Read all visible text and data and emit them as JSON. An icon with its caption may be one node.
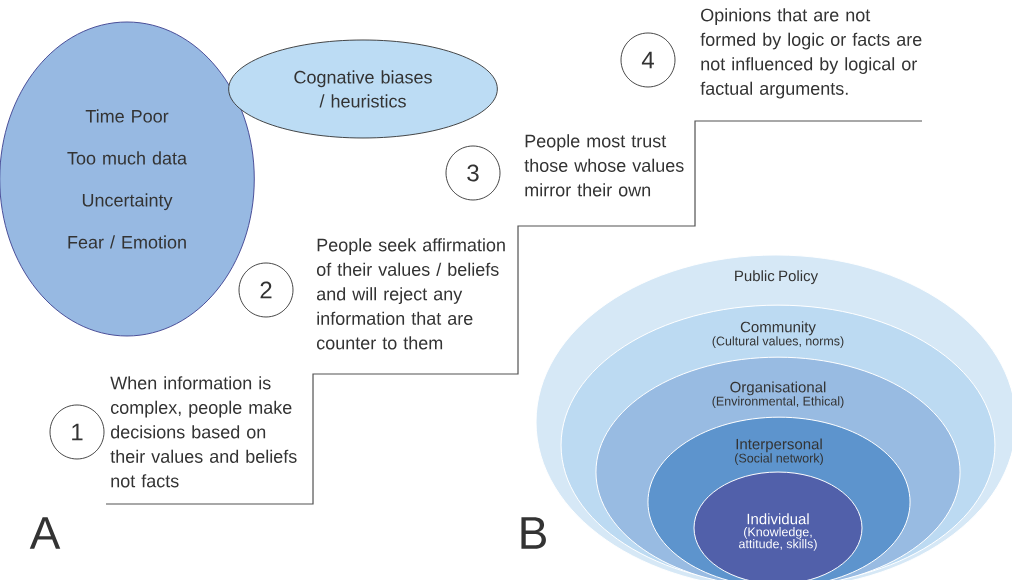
{
  "diagram": {
    "nodes": [
      {
        "text": [
          "Time Poor",
          "Too much data",
          "Uncertainty",
          "Fear / Emotion"
        ]
      },
      {
        "text": [
          "Cognative biases / heuristics"
        ]
      },
      {
        "text": [
          "1"
        ],
        "beside": [
          "When information is complex, people make decisions based on their values and beliefs not facts"
        ]
      },
      {
        "text": [
          "2"
        ],
        "beside": [
          "People seek affirmation of their values / beliefs and will  reject any information that are counter to them"
        ]
      },
      {
        "text": [
          "3"
        ],
        "beside": [
          "People most trust those whose values mirror their own"
        ]
      },
      {
        "text": [
          "4"
        ],
        "beside": [
          "Opinions that are not formed by logic or facts are not influenced by logical or factual arguments."
        ]
      },
      {
        "text": [
          "Public Policy"
        ]
      },
      {
        "text": [
          "Community",
          "(Cultural values, norms)"
        ],
        "in": 6
      },
      {
        "text": [
          "Organisational",
          "(Environmental, Ethical)"
        ],
        "in": 7
      },
      {
        "text": [
          "Interpersonal",
          "(Social network)"
        ],
        "in": 8
      },
      {
        "text": [
          "Individual",
          "(Knowledge, attitude, skills)"
        ],
        "in": 9
      }
    ],
    "labels": [
      "A",
      "B"
    ]
  }
}
